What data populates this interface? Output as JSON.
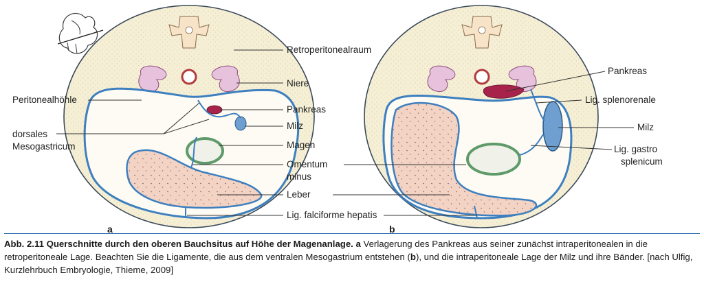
{
  "panels": {
    "a": "a",
    "b": "b"
  },
  "labels_a_left": {
    "peritonealhoehle": "Peritonealhöhle",
    "dorsales": "dorsales",
    "mesogastricum": "Mesogastricum"
  },
  "labels_center": {
    "retroperitonealraum": "Retroperitonealraum",
    "niere": "Niere",
    "pankreas": "Pankreas",
    "milz": "Milz",
    "magen": "Magen",
    "omentum": "Omentum",
    "minus": "minus",
    "leber": "Leber",
    "lig_falciforme": "Lig. falciforme hepatis"
  },
  "labels_b_right": {
    "pankreas": "Pankreas",
    "lig_splenorenale": "Lig. splenorenale",
    "milz": "Milz",
    "lig_gastro": "Lig. gastro",
    "splenicum": "splenicum"
  },
  "caption": {
    "label": "Abb. 2.11",
    "title": "Querschnitte durch den oberen Bauchsitus auf Höhe der Magenanlage.",
    "part_a_marker": "a",
    "text_1": " Verlagerung des Pankreas aus seiner zunächst intraperitonealen in die retroperitoneale Lage. Beachten Sie die Ligamente, die aus dem ventralen Mesogastrium entstehen (",
    "part_b_marker": "b",
    "text_2": "), und die intraperitoneale Lage der Milz und ihre Bänder. [nach Ulfig, Kurzlehrbuch Embryologie, Thieme, 2009]"
  },
  "colors": {
    "body_fill": "#f5efd6",
    "outline": "#3a4a5a",
    "peritoneum": "#3d7fbf",
    "peritoneum_light": "#a9c9e6",
    "liver": "#f3d3c4",
    "kidney": "#e7c2dd",
    "pancreas": "#a8234c",
    "spleen": "#6f9fd0",
    "stomach_wall": "#5e9a6a",
    "leader": "#333333",
    "caption_rule": "#2a6db0"
  },
  "icons": [
    "embryo-orientation-icon"
  ]
}
